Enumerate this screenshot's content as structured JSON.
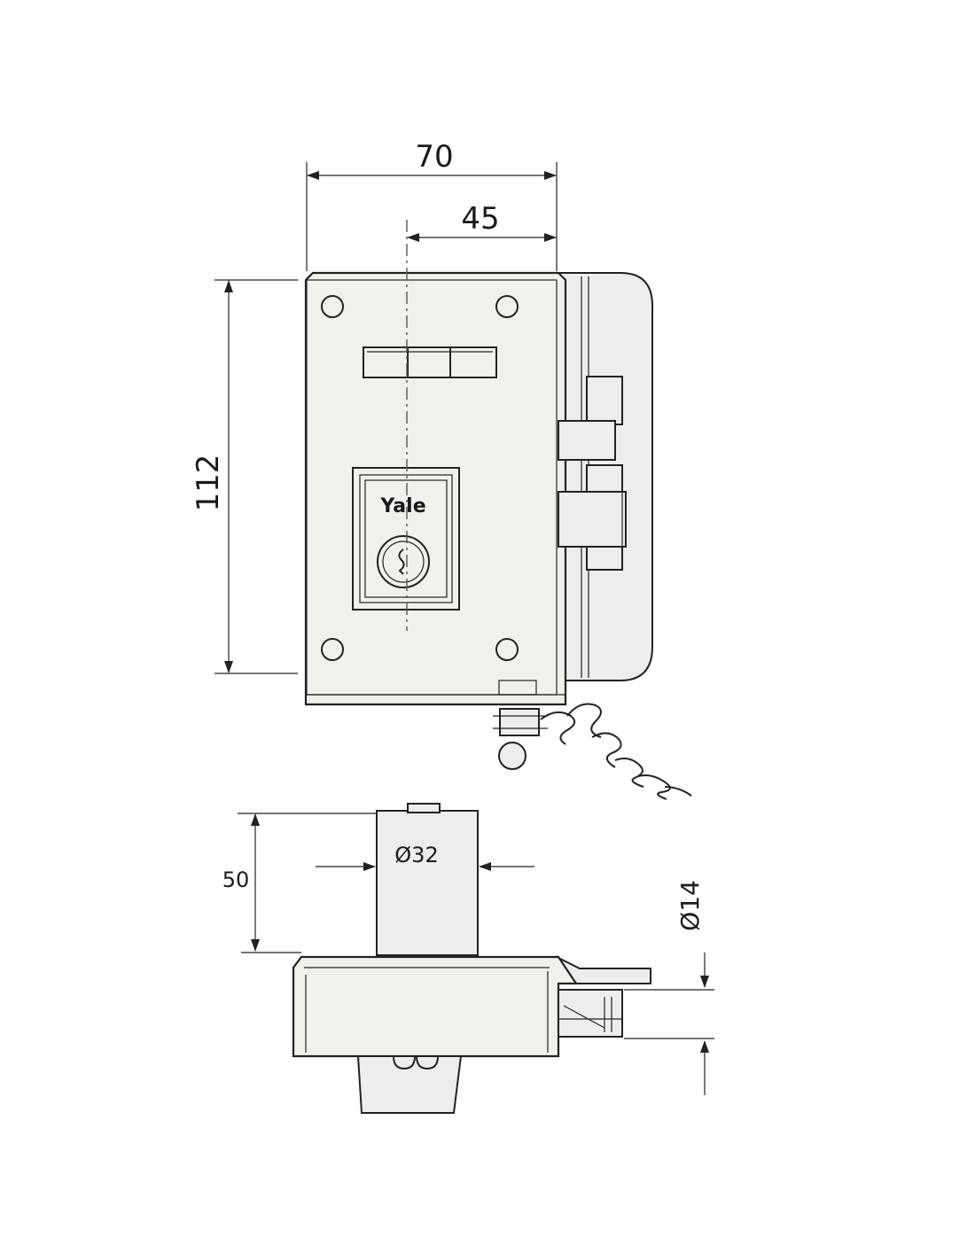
{
  "dimensions": {
    "width_total": "70",
    "width_offset": "45",
    "height": "112",
    "depth": "50",
    "cylinder_diameter": "Ø32",
    "bolt_diameter": "Ø14"
  },
  "brand": "Yale",
  "colors": {
    "line": "#222222",
    "body": "#f1f1ec",
    "part": "#ededeb"
  }
}
